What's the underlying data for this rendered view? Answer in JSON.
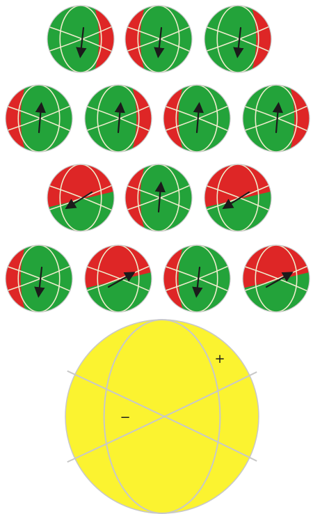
{
  "colors": {
    "green": "#23a33a",
    "red": "#de2626",
    "yellow": "#fbf330",
    "nodal_line": "#eeeccc",
    "outline": "#c8c8c8",
    "arrow": "#1b1b1b",
    "background": "#ffffff"
  },
  "rows": [
    {
      "spheres": [
        {
          "pattern": "right-red",
          "arrow": "down"
        },
        {
          "pattern": "left-red",
          "arrow": "down"
        },
        {
          "pattern": "right-red",
          "arrow": "down"
        }
      ]
    },
    {
      "spheres": [
        {
          "pattern": "left-red",
          "arrow": "up"
        },
        {
          "pattern": "right-red",
          "arrow": "up"
        },
        {
          "pattern": "left-red",
          "arrow": "up"
        },
        {
          "pattern": "right-red",
          "arrow": "up"
        }
      ]
    },
    {
      "spheres": [
        {
          "pattern": "top-red",
          "arrow": "down-left"
        },
        {
          "pattern": "left-red",
          "arrow": "up"
        },
        {
          "pattern": "top-red",
          "arrow": "down-left"
        }
      ]
    },
    {
      "spheres": [
        {
          "pattern": "left-red",
          "arrow": "down"
        },
        {
          "pattern": "top-red",
          "arrow": "up-right"
        },
        {
          "pattern": "left-red",
          "arrow": "down"
        },
        {
          "pattern": "top-red",
          "arrow": "up-right"
        }
      ]
    }
  ],
  "reference_sphere": {
    "plus_label": "+",
    "minus_label": "−"
  }
}
